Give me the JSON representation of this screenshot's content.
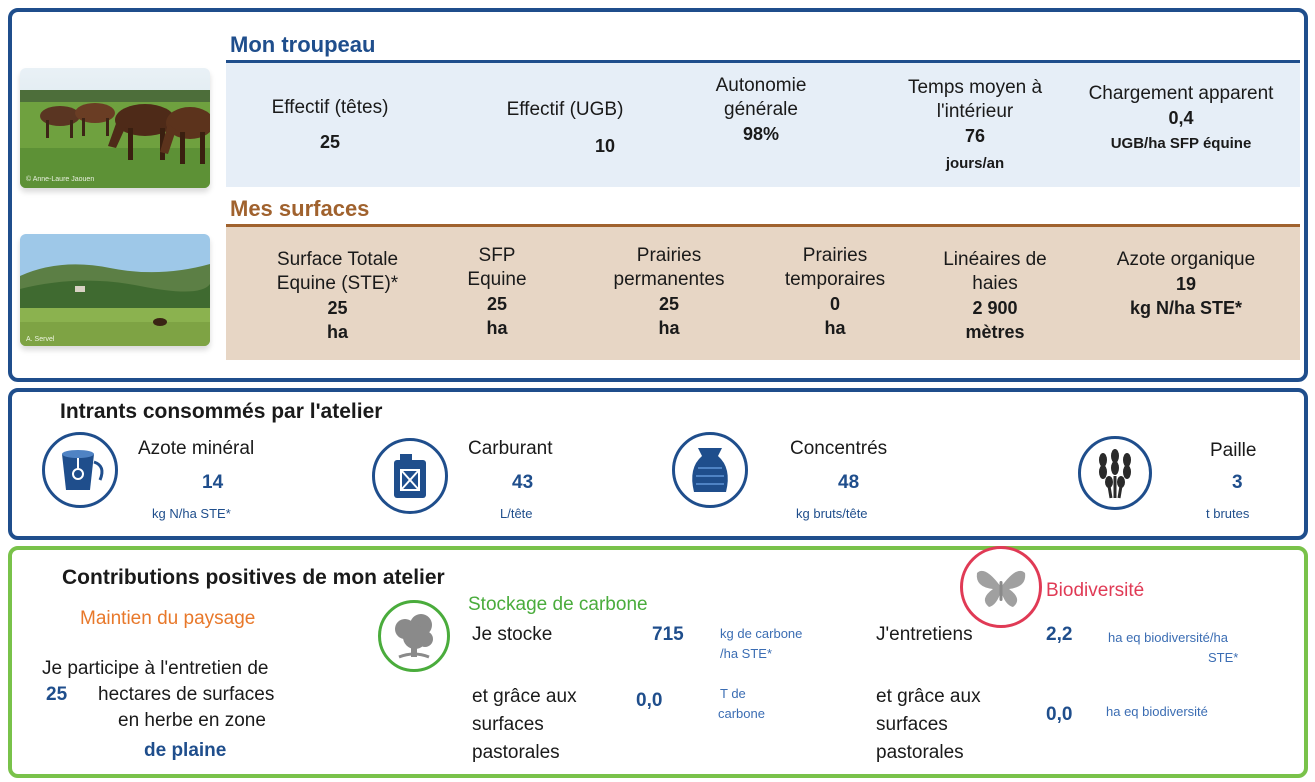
{
  "herd": {
    "title": "Mon troupeau",
    "photo_credit": "© Anne-Laure Jaouen",
    "cells": [
      {
        "label": "Effectif (têtes)",
        "value": "25",
        "unit": ""
      },
      {
        "label": "Effectif (UGB)",
        "value": "10",
        "unit": ""
      },
      {
        "label": "Autonomie générale",
        "value": "98%",
        "unit": ""
      },
      {
        "label": "Temps moyen à l'intérieur",
        "value": "76",
        "unit": "jours/an"
      },
      {
        "label": "Chargement apparent",
        "value": "0,4",
        "unit": "UGB/ha SFP équine"
      }
    ]
  },
  "surfaces": {
    "title": "Mes surfaces",
    "photo_credit": "A. Servel",
    "cells": [
      {
        "label": "Surface Totale Equine (STE)*",
        "value": "25",
        "unit": "ha"
      },
      {
        "label": "SFP Equine",
        "value": "25",
        "unit": "ha"
      },
      {
        "label": "Prairies permanentes",
        "value": "25",
        "unit": "ha"
      },
      {
        "label": "Prairies temporaires",
        "value": "0",
        "unit": "ha"
      },
      {
        "label": "Linéaires de haies",
        "value": "2 900",
        "unit": "mètres"
      },
      {
        "label": "Azote organique",
        "value": "19",
        "unit": "kg N/ha STE*"
      }
    ]
  },
  "inputs": {
    "title": "Intrants consommés par l'atelier",
    "items": [
      {
        "label": "Azote minéral",
        "value": "14",
        "unit": "kg N/ha STE*",
        "icon": "fertilizer-bucket-icon"
      },
      {
        "label": "Carburant",
        "value": "43",
        "unit": "L/tête",
        "icon": "fuel-can-icon"
      },
      {
        "label": "Concentrés",
        "value": "48",
        "unit": "kg bruts/tête",
        "icon": "feed-sack-icon"
      },
      {
        "label": "Paille",
        "value": "3",
        "unit": "t brutes",
        "icon": "wheat-icon"
      }
    ]
  },
  "contrib": {
    "title": "Contributions positives de mon atelier",
    "landscape": {
      "heading": "Maintien du paysage",
      "line1": "Je participe à l'entretien de",
      "value": "25",
      "line2": "hectares de surfaces",
      "line3": "en herbe en zone",
      "zone": "de plaine"
    },
    "carbon": {
      "heading": "Stockage de carbone",
      "row1_label": "Je stocke",
      "row1_value": "715",
      "row1_unit_a": "kg de carbone",
      "row1_unit_b": "/ha STE*",
      "row2_label_a": "et grâce aux",
      "row2_label_b": "surfaces",
      "row2_label_c": "pastorales",
      "row2_value": "0,0",
      "row2_unit_a": "T de",
      "row2_unit_b": "carbone"
    },
    "biodiversity": {
      "heading": "Biodiversité",
      "row1_label": "J'entretiens",
      "row1_value": "2,2",
      "row1_unit_a": "ha eq biodiversité/ha",
      "row1_unit_b": "STE*",
      "row2_label_a": "et grâce aux",
      "row2_label_b": "surfaces",
      "row2_label_c": "pastorales",
      "row2_value": "0,0",
      "row2_unit": "ha eq biodiversité"
    }
  },
  "colors": {
    "navy": "#1f4e8c",
    "brown": "#a0622e",
    "green": "#79c24a",
    "orange": "#e8782a",
    "pink": "#e03a55"
  }
}
